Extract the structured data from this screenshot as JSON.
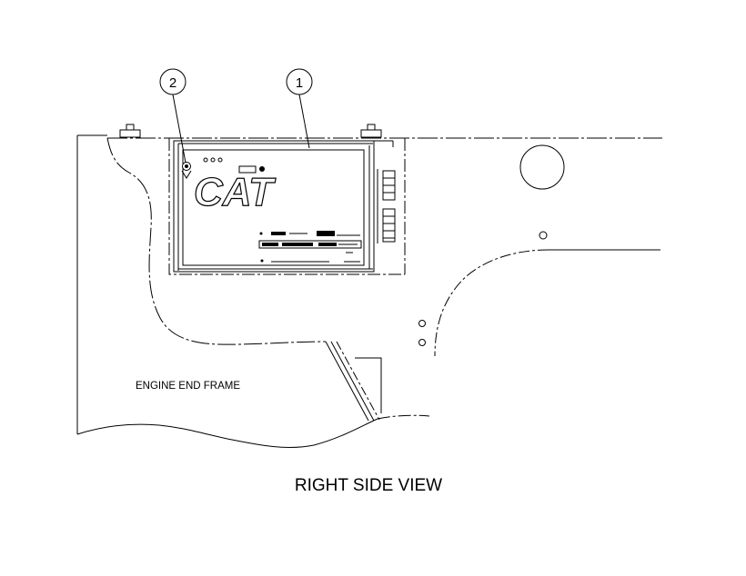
{
  "view_title": "RIGHT SIDE VIEW",
  "frame_label": "ENGINE END FRAME",
  "callouts": [
    {
      "number": "1"
    },
    {
      "number": "2"
    }
  ],
  "plate": {
    "logo_text": "CAT"
  },
  "colors": {
    "line": "#000000",
    "background": "#ffffff"
  }
}
